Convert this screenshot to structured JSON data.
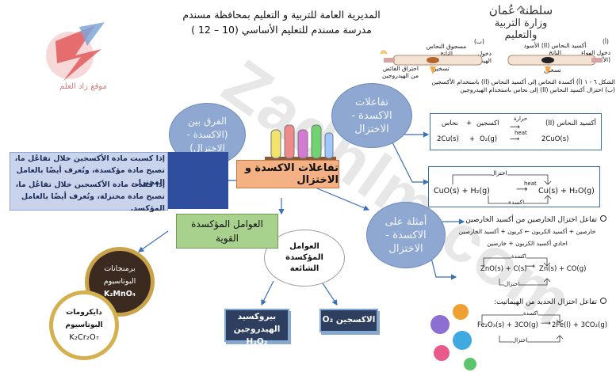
{
  "header": {
    "line1": "المديرية العامة للتربية و التعليم بمحافظة مسندم",
    "line2": "مدرسة مسندم للتعليم الأساسي (10 – 12 )",
    "seal_line1": "سلطنة عُمان",
    "seal_line2": "وزارة التربية والتعليم"
  },
  "logo": {
    "site_name": "موقع زاد العلم"
  },
  "watermark": "Zadnlm.com",
  "figure": {
    "label_a": "(أ)",
    "label_b": "(ب)",
    "label_a_top": "أكسيد النحاس (II) الأسود الناتج",
    "label_a_left": "دخول الهواء (الأكسجين)",
    "label_b_top": "مسحوق النحاس الناتج",
    "label_b_right": "دخول الهيدروجين",
    "label_b_left": "احتراق الفائض من الهيدروجين",
    "heat_a": "تسخين",
    "heat_b": "تسخين",
    "caption1": "الشكل ٦ - ١ (أ) أكسدة النحاس إلى أكسيد النحاس (II) باستخدام الأكسجين",
    "caption2": "(ب) اختزال أكسيد النحاس (II) إلى نحاس باستخدام الهيدروجين"
  },
  "bubbles": {
    "redox": "تفاعلات الاكسدة - الاختزال",
    "difference": "الفرق بين (الاكسدة - الاختزال)",
    "examples": "أمثلة على الاكسدة - الاختزال",
    "common_agents": "العوامل المؤكسدة الشائعة"
  },
  "central_topic": "تفاعلات الاكسدة و الاختزال",
  "definitions": {
    "oxidation": "إذا كسبت مادة الأكسجين خلال تفاعُل ما، تصبح مادة مؤكسدة، وتُعرف أيضًا بالعامل المختزل.",
    "reduction": "إذا فقدت مادة الأكسجين خلال تفاعُل ما، تصبح مادة مختزلة، وتُعرف أيضًا بالعامل المؤكسد."
  },
  "strong_agents": "العوامل المؤكسدة القوية",
  "agents": {
    "permanganate_name": "برمنجانات البوتاسيوم",
    "permanganate_formula": "K₂MnO₄",
    "dichromate_name": "دايكرومات البوتاسيوم",
    "dichromate_formula": "K₂Cr₂O₇",
    "peroxide_name": "بيروكسيد الهيدروجين",
    "peroxide_formula": "H₂O₂",
    "oxygen_name": "الاكسجين",
    "oxygen_formula": "O₂"
  },
  "eq1": {
    "words_left": "نحاس",
    "words_plus": "+",
    "words_oxygen": "اكسجين",
    "words_cond": "حرارة",
    "words_right": "أكسيد النحاس (II)",
    "sym_left": "2Cu(s)",
    "sym_plus": "+",
    "sym_oxygen": "O₂(g)",
    "sym_cond": "heat",
    "sym_right": "2CuO(s)"
  },
  "eq2": {
    "reduction_label": "اختزال",
    "oxidation_label": "اكسدة",
    "heat": "heat",
    "left": "CuO(s) + H₂(g)",
    "right": "Cu(s) + H₂O(g)"
  },
  "example1": {
    "title": "تفاعل اختزال الخارصين من أكسيد الخارصين",
    "words_line1": "خارصين + أكسيد الكربون ← كربون + أكسيد الخارصين",
    "words_line2": "احادي أكسيد الكربون + خارصين",
    "oxidation_label": "اكسدة",
    "reduction_label": "اختزال",
    "left": "ZnO(s) + C(s)",
    "right": "Zn(s) + CO(g)"
  },
  "example2": {
    "title": "تفاعل اختزال الحديد من الهيماتيت:",
    "oxidation_label": "اكسدة",
    "reduction_label": "اختزال",
    "left": "Fe₂O₃(s) + 3CO(g)",
    "right": "2Fe(l) + 3CO₂(g)"
  },
  "colors": {
    "bubble_blue": "#8fa8d2",
    "definition_box": "#2f4e9e",
    "central_box": "#f4b183",
    "green_box": "#a9d18e",
    "dark_box": "#2d3e5e",
    "arrow_blue": "#3b6fb6"
  }
}
